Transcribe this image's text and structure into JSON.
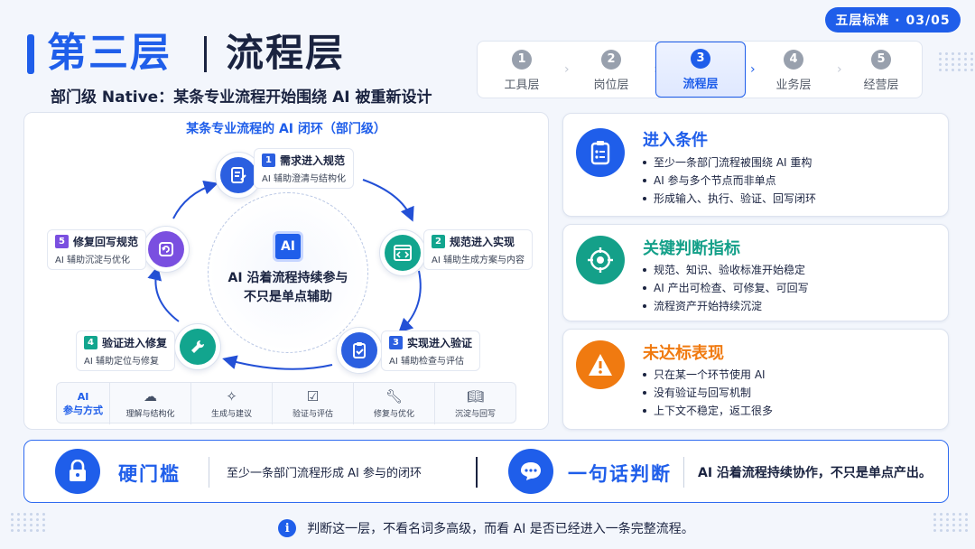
{
  "colors": {
    "accent": "#1f5eea",
    "node1": "#2b5fe0",
    "node2": "#12a58e",
    "node3": "#2b5fe0",
    "node4": "#12a58e",
    "node5": "#7a4fe0",
    "card_enter": "#1f5eea",
    "card_metric": "#14a089",
    "card_fail": "#f07a10"
  },
  "header": {
    "badge": "五层标准 · 03/05",
    "title_main": "第三层",
    "title_sub": "流程层",
    "subtitle": "部门级 Native：某条专业流程开始围绕 AI 被重新设计"
  },
  "steps": [
    {
      "num": "1",
      "label": "工具层",
      "active": false
    },
    {
      "num": "2",
      "label": "岗位层",
      "active": false
    },
    {
      "num": "3",
      "label": "流程层",
      "active": true
    },
    {
      "num": "4",
      "label": "业务层",
      "active": false
    },
    {
      "num": "5",
      "label": "经营层",
      "active": false
    }
  ],
  "loop": {
    "title": "某条专业流程的 AI 闭环（部门级）",
    "center_chip": "AI",
    "center_text_1": "AI 沿着流程持续参与",
    "center_text_2": "不只是单点辅助",
    "nodes": [
      {
        "num": "1",
        "title": "需求进入规范",
        "desc": "AI 辅助澄清与结构化",
        "icon": "document-edit-icon"
      },
      {
        "num": "2",
        "title": "规范进入实现",
        "desc": "AI 辅助生成方案与内容",
        "icon": "code-window-icon"
      },
      {
        "num": "3",
        "title": "实现进入验证",
        "desc": "AI 辅助检查与评估",
        "icon": "clipboard-check-icon"
      },
      {
        "num": "4",
        "title": "验证进入修复",
        "desc": "AI 辅助定位与修复",
        "icon": "wrench-icon"
      },
      {
        "num": "5",
        "title": "修复回写规范",
        "desc": "AI 辅助沉淀与优化",
        "icon": "refresh-icon"
      }
    ]
  },
  "modes": {
    "head_1": "AI",
    "head_2": "参与方式",
    "items": [
      {
        "label": "理解与结构化",
        "icon": "cloud-tree-icon"
      },
      {
        "label": "生成与建议",
        "icon": "sparkle-icon"
      },
      {
        "label": "验证与评估",
        "icon": "checklist-icon"
      },
      {
        "label": "修复与优化",
        "icon": "wrench-icon"
      },
      {
        "label": "沉淀与回写",
        "icon": "book-icon"
      }
    ]
  },
  "cards": {
    "enter": {
      "title": "进入条件",
      "items": [
        "至少一条部门流程被围绕 AI 重构",
        "AI 参与多个节点而非单点",
        "形成输入、执行、验证、回写闭环"
      ]
    },
    "metric": {
      "title": "关键判断指标",
      "items": [
        "规范、知识、验收标准开始稳定",
        "AI 产出可检查、可修复、可回写",
        "流程资产开始持续沉淀"
      ]
    },
    "fail": {
      "title": "未达标表现",
      "items": [
        "只在某一个环节使用 AI",
        "没有验证与回写机制",
        "上下文不稳定，返工很多"
      ]
    }
  },
  "banner": {
    "left_title": "硬门槛",
    "left_text": "至少一条部门流程形成 AI 参与的闭环",
    "right_title": "一句话判断",
    "right_text": "AI 沿着流程持续协作，不只是单点产出。"
  },
  "footnote": {
    "icon": "i",
    "text": "判断这一层，不看名词多高级，而看 AI 是否已经进入一条完整流程。"
  }
}
